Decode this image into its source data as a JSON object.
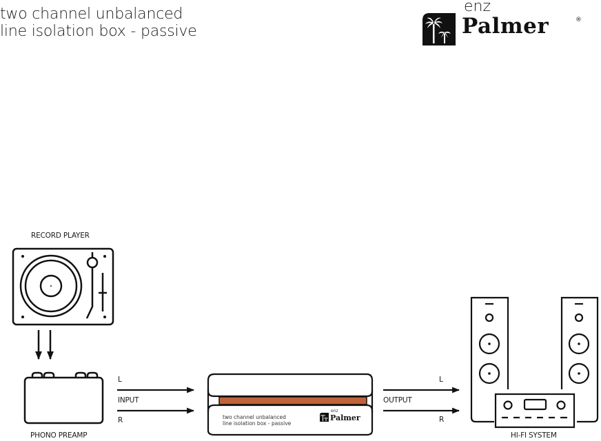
{
  "header": {
    "title_line1": "two channel unbalanced",
    "title_line2": "line isolation box - passive"
  },
  "brand": {
    "prefix": "enz",
    "name": "Palmer",
    "registered": "®",
    "logo_icon": "palm-trees-icon"
  },
  "devices": {
    "record_player": {
      "label": "RECORD PLAYER",
      "icon": "turntable-icon"
    },
    "phono_preamp": {
      "label": "PHONO PREAMP",
      "icon": "preamp-box-icon"
    },
    "isolation_box": {
      "line1": "two channel unbalanced",
      "line2": "line isolation box - passive",
      "brand_prefix": "enz",
      "brand_name": "Palmer",
      "accent_color": "#c0633a"
    },
    "hifi_system": {
      "label": "HI-FI SYSTEM",
      "icon": "speakers-amplifier-icon"
    }
  },
  "connections": {
    "input": {
      "label": "INPUT",
      "left": "L",
      "right": "R"
    },
    "output": {
      "label": "OUTPUT",
      "left": "L",
      "right": "R"
    }
  }
}
